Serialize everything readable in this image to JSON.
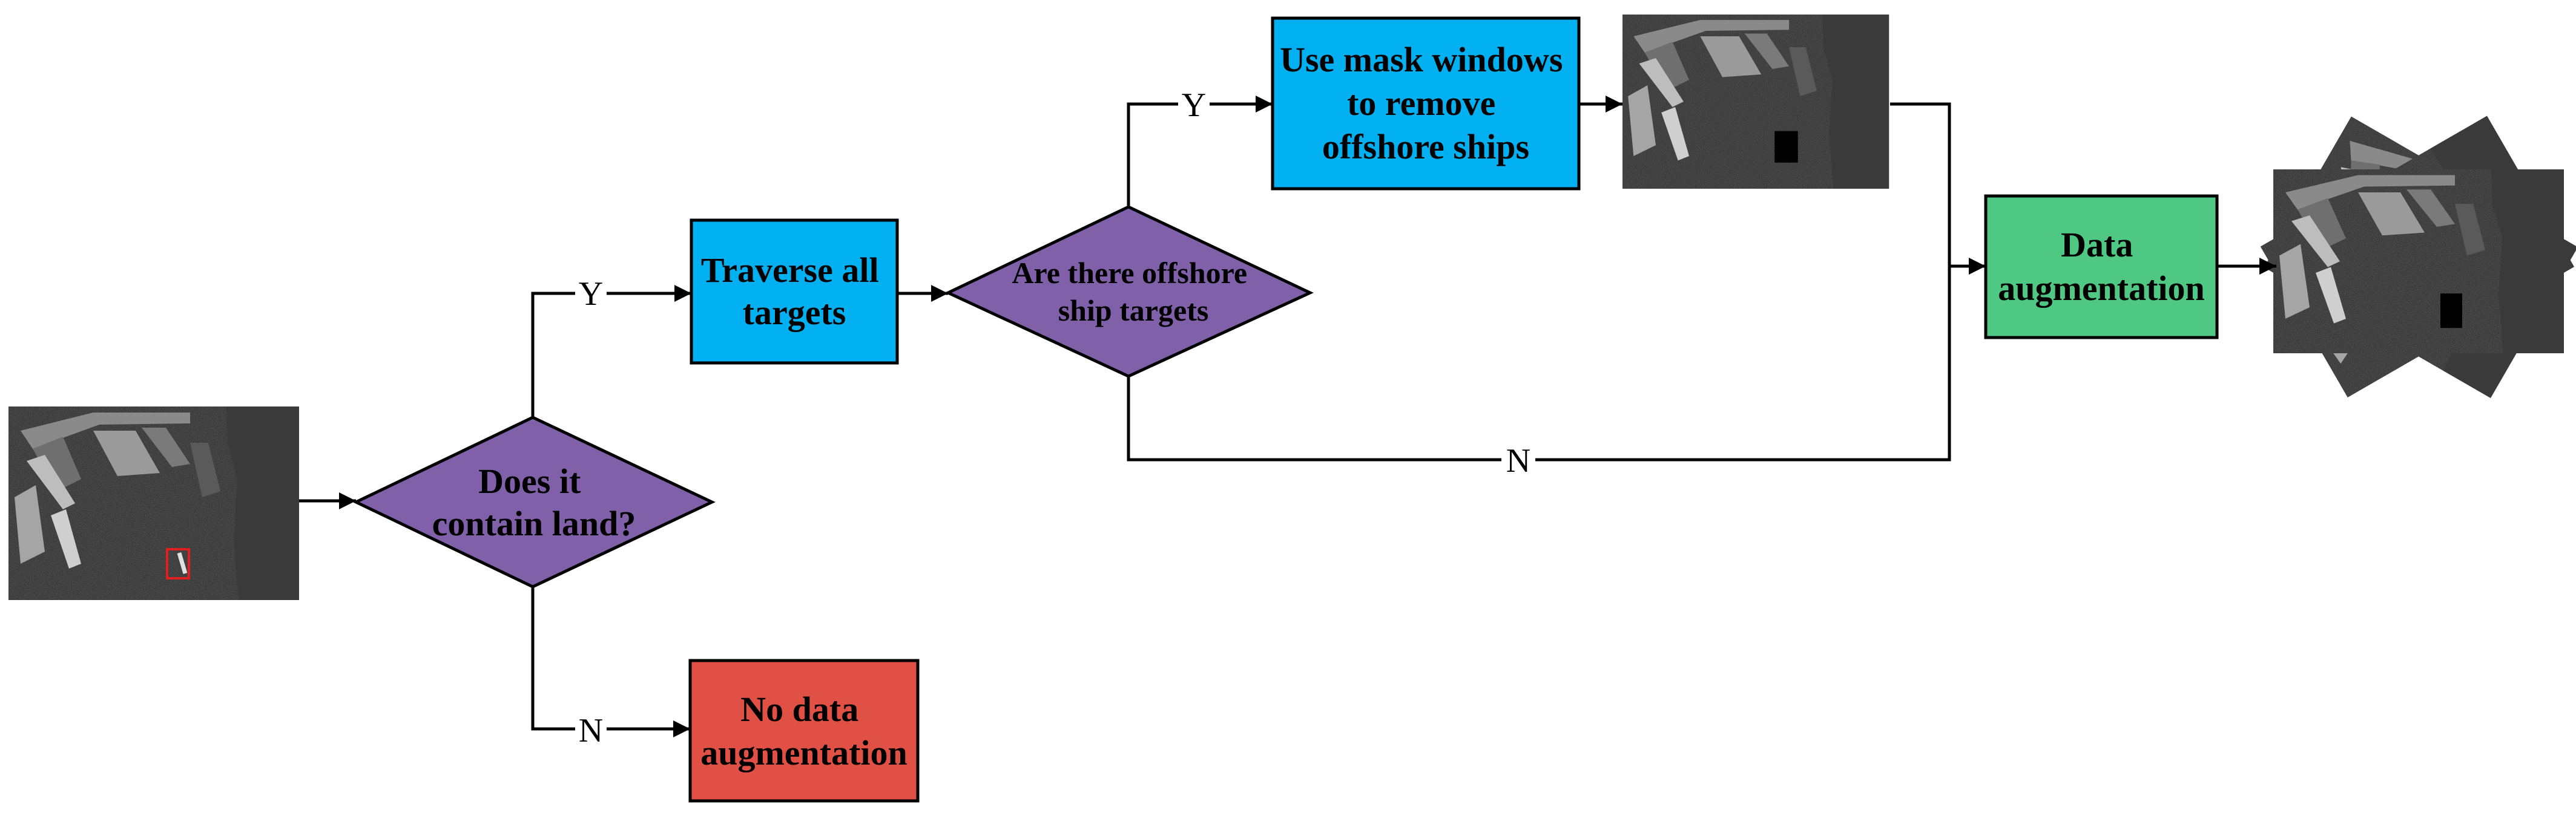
{
  "colors": {
    "decision": "#8060a8",
    "process_blue": "#00b0f0",
    "process_green": "#4ec882",
    "process_red": "#e05045",
    "line": "#000000",
    "sar_dark": "#1c1c1c",
    "mask": "#000000",
    "ship_box": "#e02020"
  },
  "nodes": {
    "contains_land": [
      "Does it",
      "contain land?"
    ],
    "traverse": [
      "Traverse all",
      "targets"
    ],
    "offshore_question": [
      "Are there offshore",
      "ship targets"
    ],
    "mask_windows": [
      "Use mask windows",
      "to remove",
      "offshore ships"
    ],
    "data_aug": [
      "Data",
      "augmentation"
    ],
    "no_aug": [
      "No data",
      "augmentation"
    ]
  },
  "edges": {
    "land_yes": "Y",
    "land_no": "N",
    "offshore_yes": "Y",
    "offshore_no": "N"
  },
  "images": {
    "input": "sar-input-image",
    "masked": "sar-masked-image",
    "augmented": "sar-augmented-stack"
  }
}
